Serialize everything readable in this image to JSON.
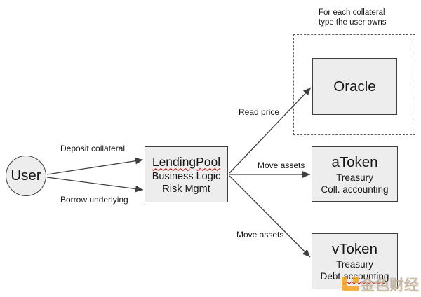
{
  "nodes": {
    "user": {
      "label": "User"
    },
    "lending_pool": {
      "title": "LendingPool",
      "line2": "Business Logic",
      "line3": "Risk Mgmt"
    },
    "oracle": {
      "title": "Oracle"
    },
    "atoken": {
      "title": "aToken",
      "line2": "Treasury",
      "line3": "Coll. accounting"
    },
    "vtoken": {
      "title": "vToken",
      "line2": "Treasury",
      "line3_prefix": "Debt",
      "line3_flagged": "accounting"
    }
  },
  "group_note": {
    "line1": "For each collateral",
    "line2": "type the user owns"
  },
  "edge_labels": {
    "deposit": "Deposit collateral",
    "borrow": "Borrow underlying",
    "read_price": "Read price",
    "move_assets_top": "Move assets",
    "move_assets_bottom": "Move assets"
  },
  "watermark": {
    "brand": "金色财经"
  },
  "colors": {
    "node_fill": "#ededed",
    "node_border": "#3f3f3f",
    "arrow": "#3f3f3f",
    "spellcheck_underline": "#c40000",
    "dashed_border": "#5a5a5a",
    "watermark_orange": "#f5a623",
    "watermark_gray": "#aca398"
  }
}
